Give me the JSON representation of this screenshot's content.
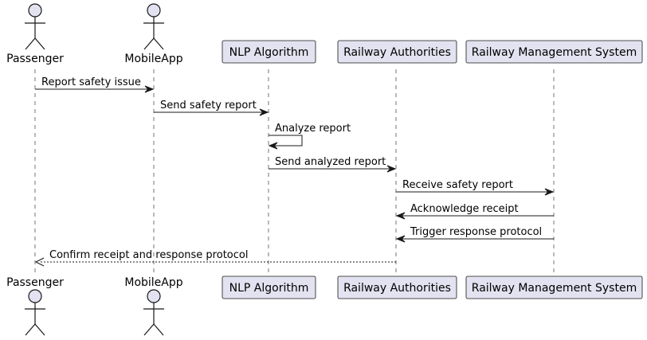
{
  "participants": [
    {
      "id": "passenger",
      "label": "Passenger",
      "kind": "actor"
    },
    {
      "id": "mobileapp",
      "label": "MobileApp",
      "kind": "actor"
    },
    {
      "id": "nlp",
      "label": "NLP Algorithm",
      "kind": "box"
    },
    {
      "id": "authorities",
      "label": "Railway Authorities",
      "kind": "box"
    },
    {
      "id": "rms",
      "label": "Railway Management System",
      "kind": "box"
    }
  ],
  "messages": [
    {
      "from": "passenger",
      "to": "mobileapp",
      "label": "Report safety issue",
      "style": "solid"
    },
    {
      "from": "mobileapp",
      "to": "nlp",
      "label": "Send safety report",
      "style": "solid"
    },
    {
      "from": "nlp",
      "to": "nlp",
      "label": "Analyze report",
      "style": "solid"
    },
    {
      "from": "nlp",
      "to": "authorities",
      "label": "Send analyzed report",
      "style": "solid"
    },
    {
      "from": "authorities",
      "to": "rms",
      "label": "Receive safety report",
      "style": "solid"
    },
    {
      "from": "rms",
      "to": "authorities",
      "label": "Acknowledge receipt",
      "style": "solid"
    },
    {
      "from": "rms",
      "to": "authorities",
      "label": "Trigger response protocol",
      "style": "solid"
    },
    {
      "from": "authorities",
      "to": "passenger",
      "label": "Confirm receipt and response protocol",
      "style": "dashed"
    }
  ],
  "colors": {
    "participant_fill": "#e2e2f0",
    "participant_border": "#181818",
    "lifeline": "#181818",
    "arrow": "#181818"
  }
}
